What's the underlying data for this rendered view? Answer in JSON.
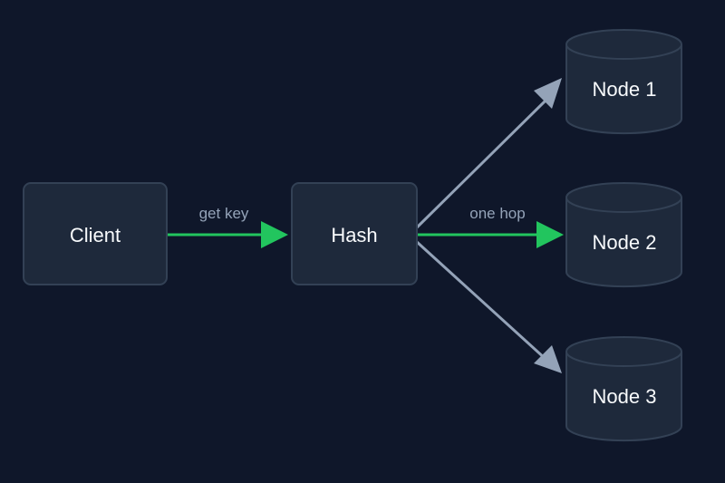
{
  "colors": {
    "background": "#0f172a",
    "box_fill": "#1e293b",
    "box_stroke": "#334155",
    "label_text": "#f8fafc",
    "edge_label_text": "#94a3b8",
    "highlight_edge": "#22c55e",
    "normal_edge": "#94a3b8"
  },
  "nodes": {
    "client": "Client",
    "hash": "Hash",
    "node1": "Node 1",
    "node2": "Node 2",
    "node3": "Node 3"
  },
  "edges": {
    "client_to_hash": "get key",
    "hash_to_node2": "one hop"
  }
}
